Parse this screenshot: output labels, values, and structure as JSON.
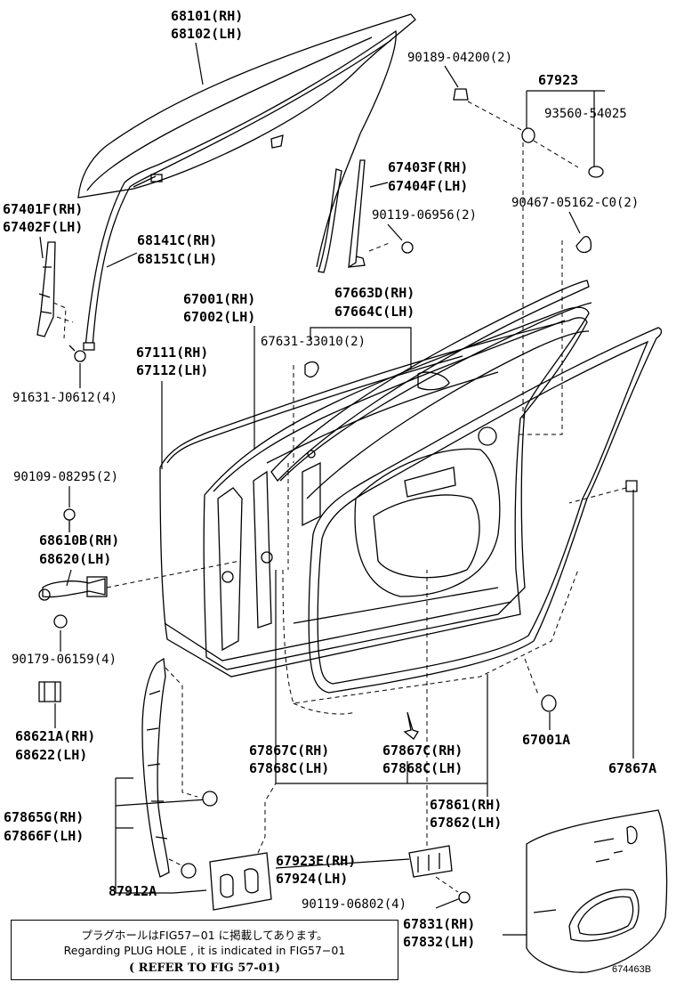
{
  "labels": {
    "l_68101": "68101(RH)",
    "l_68102": "68102(LH)",
    "l_90189": "90189-04200(2)",
    "l_67923": "67923",
    "l_93560": "93560-54025",
    "l_67401f": "67401F(RH)",
    "l_67402f": "67402F(LH)",
    "l_67403f": "67403F(RH)",
    "l_67404f": "67404F(LH)",
    "l_90467": "90467-05162-C0(2)",
    "l_90119a": "90119-06956(2)",
    "l_68141c": "68141C(RH)",
    "l_68151c": "68151C(LH)",
    "l_67001": "67001(RH)",
    "l_67002": "67002(LH)",
    "l_67663d": "67663D(RH)",
    "l_67664c": "67664C(LH)",
    "l_67631": "67631-33010(2)",
    "l_67111": "67111(RH)",
    "l_67112": "67112(LH)",
    "l_91631": "91631-J0612(4)",
    "l_90109": "90109-08295(2)",
    "l_68610b": "68610B(RH)",
    "l_68620": "68620(LH)",
    "l_90179": "90179-06159(4)",
    "l_68621a": "68621A(RH)",
    "l_68622": "68622(LH)",
    "l_67867c_a": "67867C(RH)",
    "l_67868c_a": "67868C(LH)",
    "l_67867c_b": "67867C(RH)",
    "l_67868c_b": "67868C(LH)",
    "l_67001a": "67001A",
    "l_67867a": "67867A",
    "l_67865g": "67865G(RH)",
    "l_67866f": "67866F(LH)",
    "l_67861": "67861(RH)",
    "l_67862": "67862(LH)",
    "l_67923e": "67923E(RH)",
    "l_67924": "67924(LH)",
    "l_87912a": "87912A",
    "l_90119b": "90119-06802(4)",
    "l_67831": "67831(RH)",
    "l_67832": "67832(LH)"
  },
  "note": {
    "line1": "プラグホールはFIG57−01 に掲載してあります。",
    "line2": "Regarding PLUG HOLE , it is indicated in FIG57−01",
    "line3": "(  REFER TO FIG 57-01)"
  },
  "figure_id": "674463B"
}
